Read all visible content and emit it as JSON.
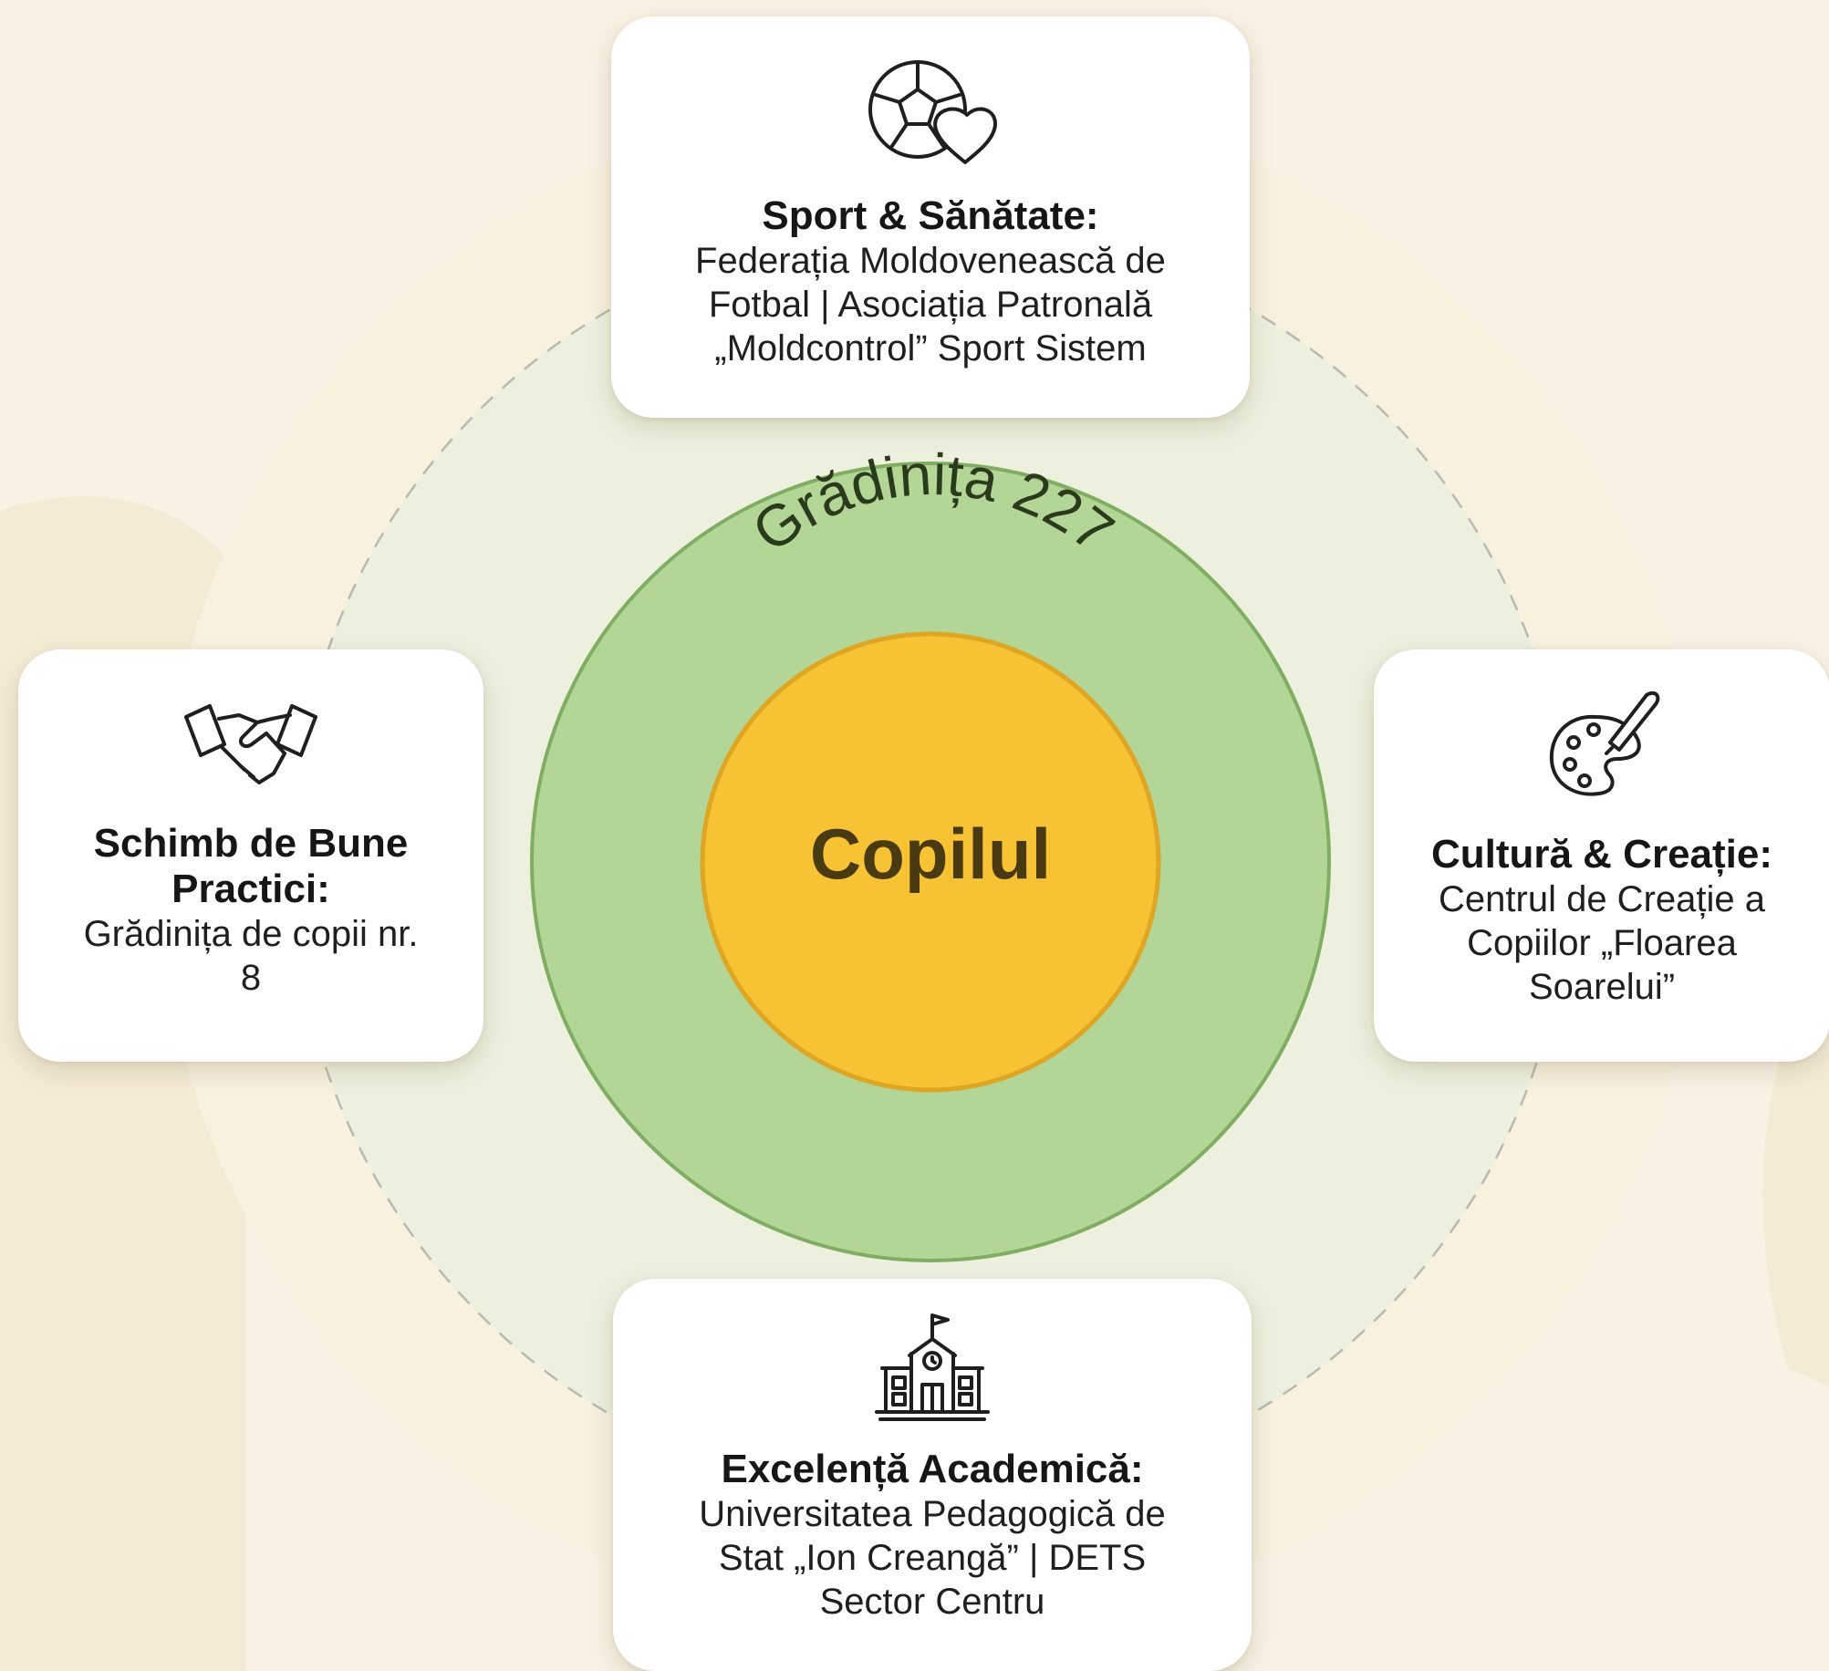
{
  "center": {
    "label": "Copilul",
    "ring_label": "Grădinița 227"
  },
  "partners": {
    "top": {
      "icon": "soccer-ball-heart-icon",
      "title": "Sport & Sănătate:",
      "lines": [
        "Federația Moldovenească de",
        "Fotbal | Asociația Patronală",
        "„Moldcontrol” Sport Sistem"
      ]
    },
    "left": {
      "icon": "handshake-icon",
      "title_lines": [
        "Schimb de Bune",
        "Practici:"
      ],
      "lines": [
        "Grădinița de copii nr.",
        "8"
      ]
    },
    "right": {
      "icon": "palette-brush-icon",
      "title": "Cultură & Creație:",
      "lines": [
        "Centrul de Creație a",
        "Copiilor „Floarea",
        "Soarelui”"
      ]
    },
    "bottom": {
      "icon": "school-building-icon",
      "title": "Excelență Academică:",
      "lines": [
        "Universitatea Pedagogică de",
        "Stat „Ion Creangă” | DETS",
        "Sector Centru"
      ]
    }
  },
  "colors": {
    "background": "#f8f2e3",
    "outer_ring": "#f7f1de",
    "dashed_zone": "#ecf0dd",
    "middle_ring": "#b3d697",
    "middle_ring_border": "#7fad62",
    "center_circle": "#f7c233",
    "center_border": "#dea622",
    "text_dark": "#1f1f1f"
  }
}
